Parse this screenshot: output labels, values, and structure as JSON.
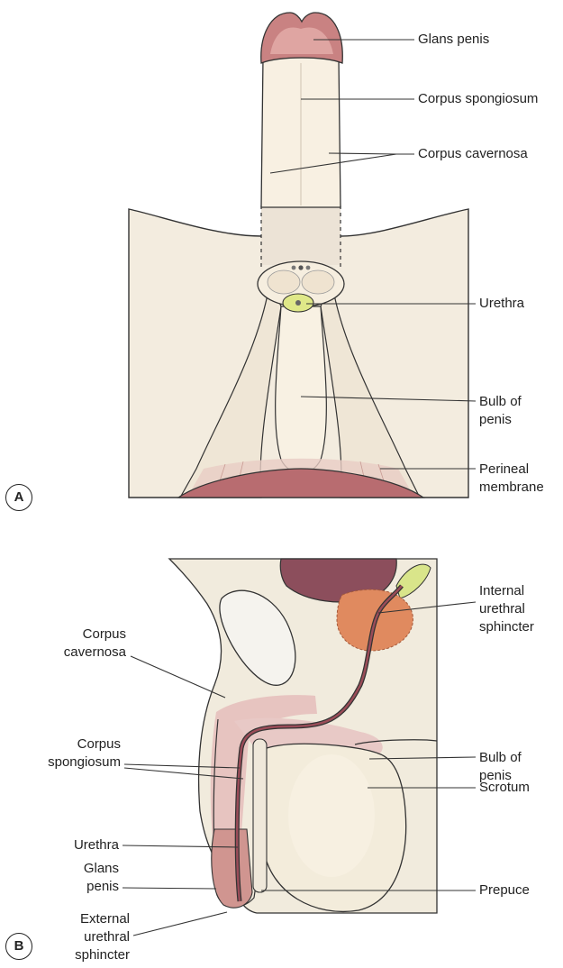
{
  "panel_a": {
    "letter": "A",
    "labels": {
      "glans": "Glans penis",
      "spongiosum": "Corpus spongiosum",
      "cavernosa": "Corpus cavernosa",
      "urethra": "Urethra",
      "bulb": "Bulb of\npenis",
      "perineal": "Perineal\nmembrane"
    }
  },
  "panel_b": {
    "letter": "B",
    "labels": {
      "internal_sphincter": "Internal\nurethral\nsphincter",
      "cavernosa": "Corpus\ncavernosa",
      "spongiosum": "Corpus\nspongiosum",
      "bulb": "Bulb of\npenis",
      "urethra": "Urethra",
      "scrotum": "Scrotum",
      "glans": "Glans\npenis",
      "prepuce": "Prepuce",
      "external_sphincter": "External\nurethral\nsphincter"
    }
  },
  "colors": {
    "skin": "#f1eadc",
    "tissue": "#f6eedd",
    "erectile": "#e8c4c0",
    "glans": "#c77c7c",
    "prostate": "#e08a5e",
    "bladder": "#8a4a58",
    "urethra_ring": "#dfe88a",
    "outline": "#333333"
  }
}
